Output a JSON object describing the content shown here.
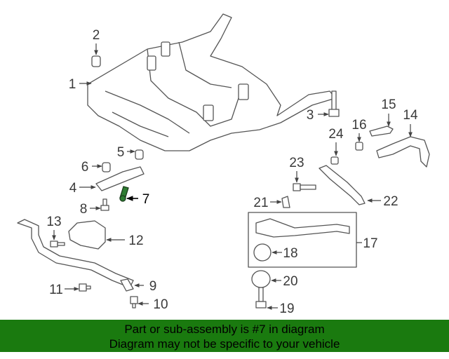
{
  "diagram": {
    "callouts": [
      "1",
      "2",
      "3",
      "4",
      "5",
      "6",
      "7",
      "8",
      "9",
      "10",
      "11",
      "12",
      "13",
      "14",
      "15",
      "16",
      "17",
      "18",
      "19",
      "20",
      "21",
      "22",
      "23",
      "24"
    ],
    "highlighted_part": "7"
  },
  "footer": {
    "line1": "Part or sub-assembly is #7 in diagram",
    "line2": "Diagram may not be specific to your vehicle",
    "background_color": "#1a7a0f"
  }
}
